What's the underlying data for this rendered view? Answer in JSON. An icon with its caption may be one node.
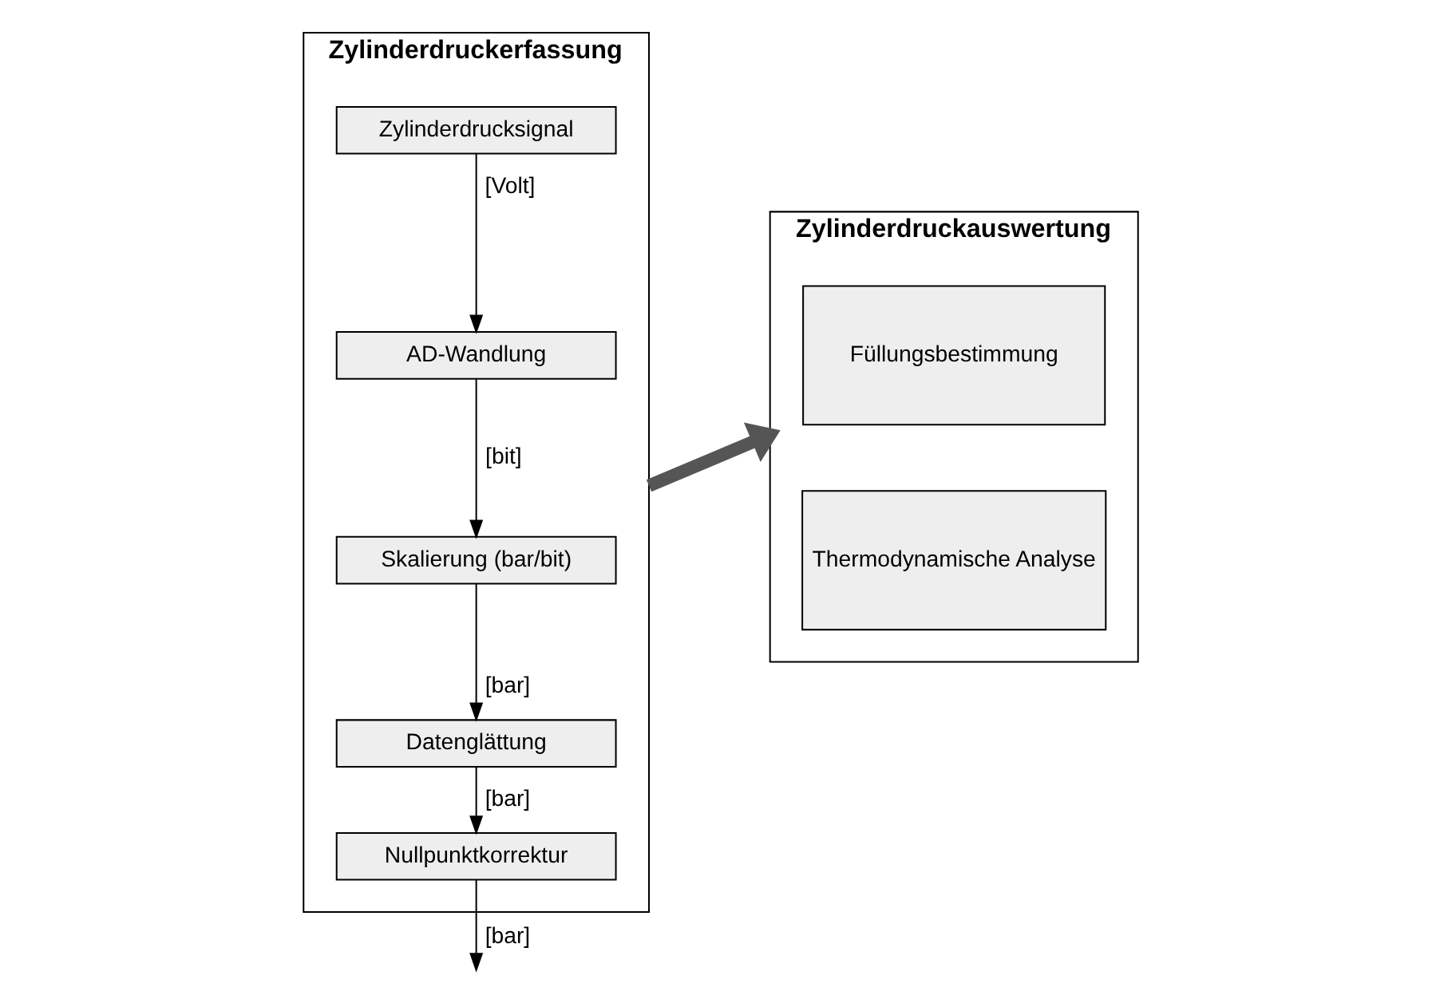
{
  "diagram": {
    "nodes": [
      {
        "text": [
          "Zylinderdruckerfassung"
        ]
      },
      {
        "text": [
          "Zylinderdrucksignal"
        ],
        "in": 0
      },
      {
        "text": [
          "AD-Wandlung"
        ],
        "in": 0
      },
      {
        "text": [
          "Skalierung (bar/bit)"
        ],
        "in": 0
      },
      {
        "text": [
          "Datenglättung"
        ],
        "in": 0
      },
      {
        "text": [
          "Nullpunktkorrektur"
        ],
        "in": 0
      },
      {
        "text": [
          "Zylinderdruckauswertung"
        ]
      },
      {
        "text": [
          "Füllungsbestimmung"
        ],
        "in": 6
      },
      {
        "text": [
          "Thermodynamische Analyse"
        ],
        "in": 6
      }
    ],
    "edges": [
      {
        "from": 1,
        "to": 2,
        "arrow": "to",
        "label": "[Volt]"
      },
      {
        "from": 2,
        "to": 3,
        "arrow": "to",
        "label": "[bit]"
      },
      {
        "from": 3,
        "to": 4,
        "arrow": "to",
        "label": "[bar]"
      },
      {
        "from": 4,
        "to": 5,
        "arrow": "to",
        "label": "[bar]"
      },
      {
        "from": 5,
        "to": null,
        "arrow": "to",
        "label": "[bar]"
      },
      {
        "from": 0,
        "to": 6,
        "arrow": "to",
        "style": "thick"
      }
    ]
  }
}
